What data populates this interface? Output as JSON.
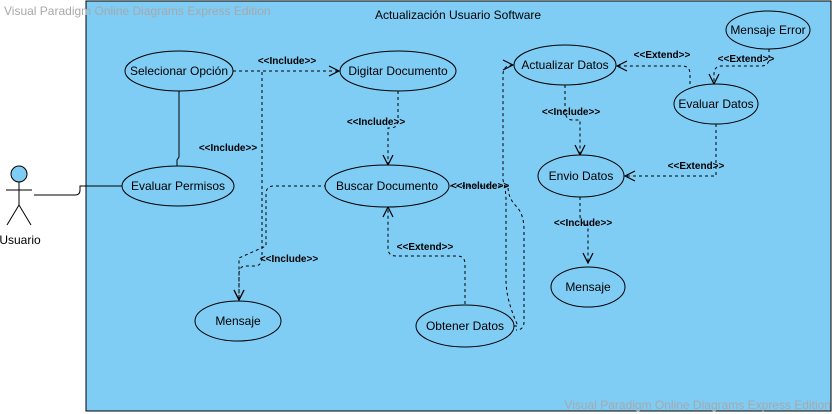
{
  "watermark": "Visual Paradigm Online Diagrams Express Edition",
  "system": {
    "title": "Actualización Usuario Software",
    "fill": "#7fccf4"
  },
  "actor": {
    "label": "Usuario"
  },
  "use_cases": {
    "seleccionar": "Selecionar Opción",
    "digitar": "Digitar Documento",
    "actualizar": "Actualizar Datos",
    "mensaje_error": "Mensaje Error",
    "evaluar_datos": "Evaluar Datos",
    "evaluar_permisos": "Evaluar Permisos",
    "buscar": "Buscar Documento",
    "envio": "Envio Datos",
    "mensaje_1": "Mensaje",
    "obtener": "Obtener Datos",
    "mensaje_2": "Mensaje"
  },
  "relations": {
    "include": "<<Include>>",
    "extend": "<<Extend>>"
  }
}
